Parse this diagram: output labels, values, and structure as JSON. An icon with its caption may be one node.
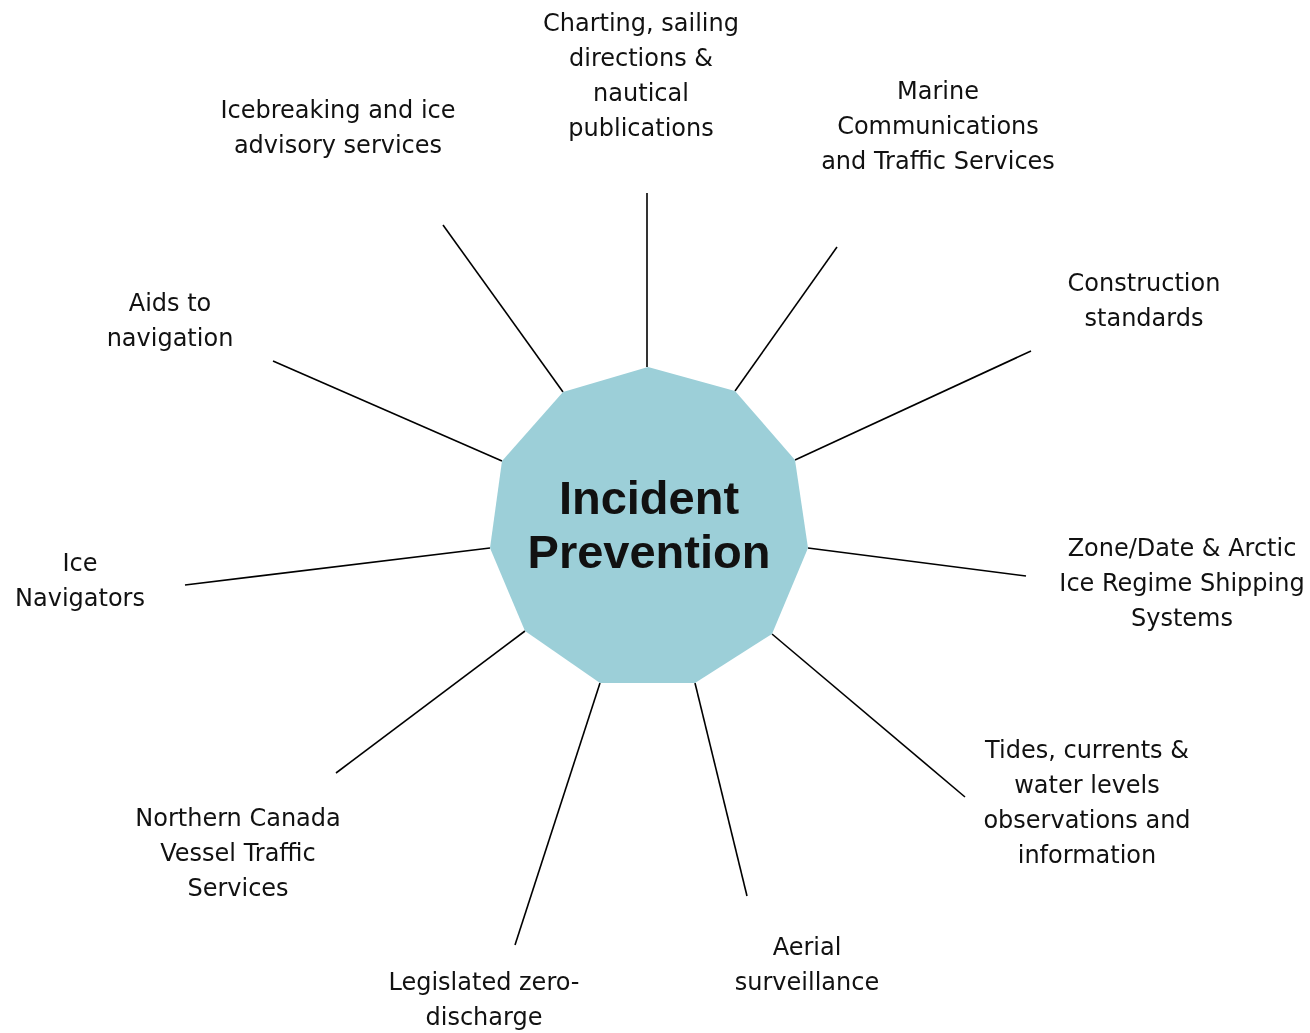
{
  "diagram": {
    "nodes": [
      {
        "text": [
          "Incident Prevention"
        ]
      },
      {
        "text": [
          "Charting, sailing directions & nautical publications"
        ]
      },
      {
        "text": [
          "Marine Communications and Traffic Services"
        ]
      },
      {
        "text": [
          "Construction standards"
        ]
      },
      {
        "text": [
          "Zone/Date & Arctic Ice Regime Shipping Systems"
        ]
      },
      {
        "text": [
          "Tides, currents & water levels observations and information"
        ]
      },
      {
        "text": [
          "Aerial surveillance"
        ]
      },
      {
        "text": [
          "Legislated zero-discharge"
        ]
      },
      {
        "text": [
          "Northern Canada Vessel Traffic Services"
        ]
      },
      {
        "text": [
          "Ice Navigators"
        ]
      },
      {
        "text": [
          "Aids to navigation"
        ]
      },
      {
        "text": [
          "Icebreaking and ice advisory services"
        ]
      }
    ],
    "edges": [
      {
        "from": 0,
        "to": 1,
        "arrow": "none"
      },
      {
        "from": 0,
        "to": 2,
        "arrow": "none"
      },
      {
        "from": 0,
        "to": 3,
        "arrow": "none"
      },
      {
        "from": 0,
        "to": 4,
        "arrow": "none"
      },
      {
        "from": 0,
        "to": 5,
        "arrow": "none"
      },
      {
        "from": 0,
        "to": 6,
        "arrow": "none"
      },
      {
        "from": 0,
        "to": 7,
        "arrow": "none"
      },
      {
        "from": 0,
        "to": 8,
        "arrow": "none"
      },
      {
        "from": 0,
        "to": 9,
        "arrow": "none"
      },
      {
        "from": 0,
        "to": 10,
        "arrow": "none"
      },
      {
        "from": 0,
        "to": 11,
        "arrow": "none"
      }
    ]
  }
}
